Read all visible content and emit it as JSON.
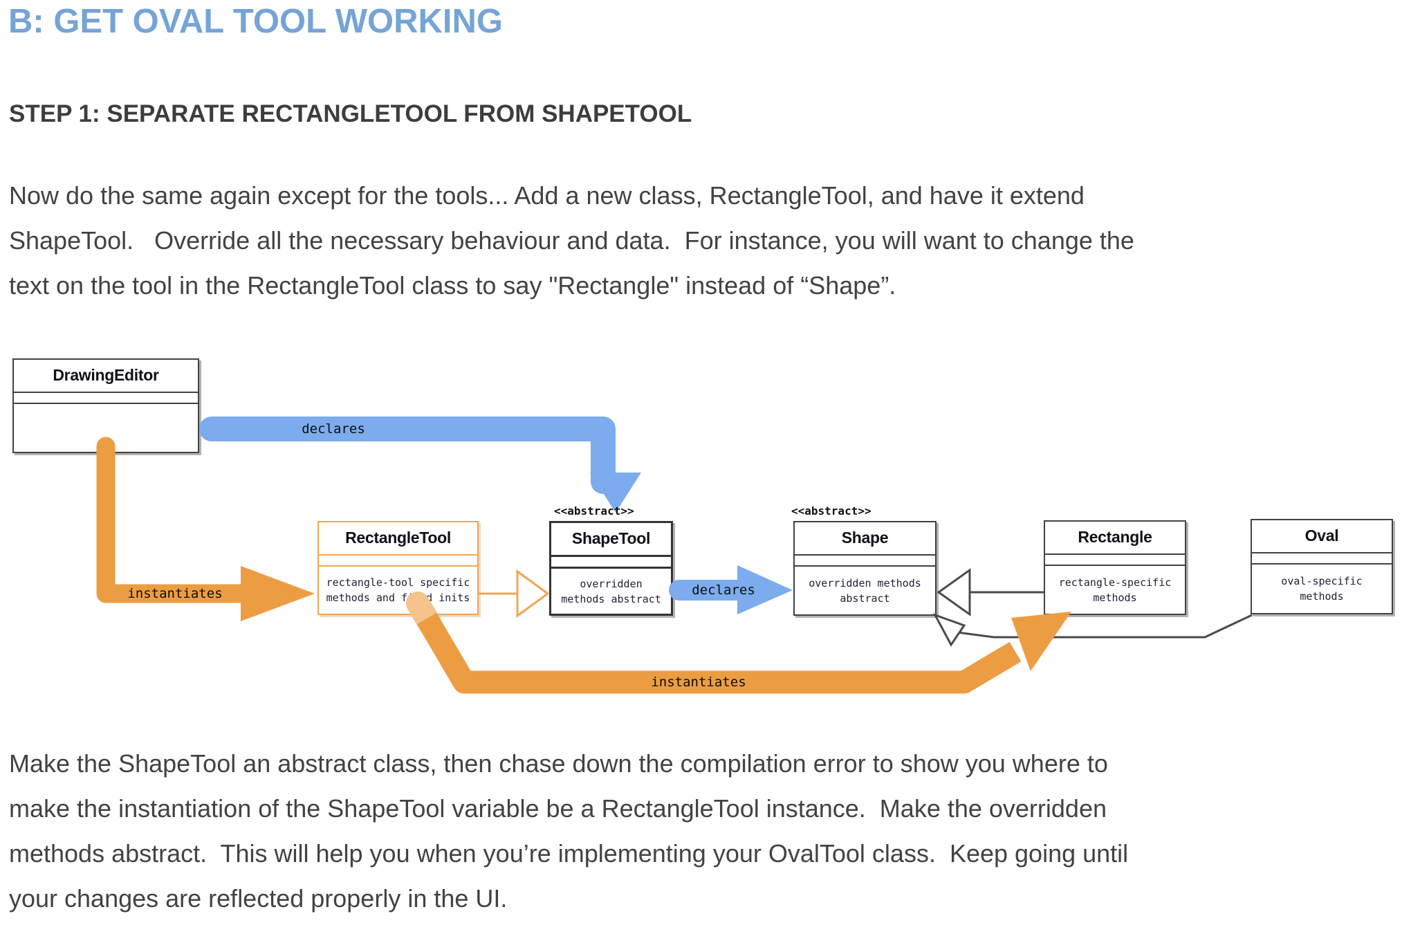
{
  "page": {
    "title": "B: GET OVAL TOOL WORKING",
    "step_heading": "STEP 1: SEPARATE RECTANGLETOOL FROM SHAPETOOL",
    "paragraph1_lines": [
      "Now do the same again except for the tools... Add a new class, RectangleTool, and have it extend",
      "ShapeTool.   Override all the necessary behaviour and data.  For instance, you will want to change the",
      "text on the tool in the RectangleTool class to say \"Rectangle\" instead of “Shape”."
    ],
    "paragraph2_lines": [
      "Make the ShapeTool an abstract class, then chase down the compilation error to show you where to",
      "make the instantiation of the ShapeTool variable be a RectangleTool instance.  Make the overridden",
      "methods abstract.  This will help you when you’re implementing your OvalTool class.  Keep going until",
      "your changes are reflected properly in the UI."
    ]
  },
  "colors": {
    "heading_blue": "#75a4d6",
    "text_gray": "#424242",
    "arrow_blue": "#7caced",
    "arrow_orange": "#ec9d42",
    "arrow_orange_light": "#f5c38b",
    "box_border_dark": "#414141",
    "box_border_orange": "#f1a452"
  },
  "diagram": {
    "classes": [
      {
        "name": "DrawingEditor",
        "stereotype": "",
        "body_lines": [
          "",
          ""
        ]
      },
      {
        "name": "RectangleTool",
        "stereotype": "",
        "body_lines": [
          "rectangle-tool specific",
          "methods and field inits"
        ]
      },
      {
        "name": "ShapeTool",
        "stereotype": "<<abstract>>",
        "body_lines": [
          "overridden",
          "methods abstract"
        ]
      },
      {
        "name": "Shape",
        "stereotype": "<<abstract>>",
        "body_lines": [
          "overridden methods",
          "abstract"
        ]
      },
      {
        "name": "Rectangle",
        "stereotype": "",
        "body_lines": [
          "rectangle-specific",
          "methods"
        ]
      },
      {
        "name": "Oval",
        "stereotype": "",
        "body_lines": [
          "oval-specific",
          "methods"
        ]
      }
    ],
    "labels": {
      "declares_top": "declares",
      "declares_mid": "declares",
      "instantiates_left": "instantiates",
      "instantiates_bottom": "instantiates"
    }
  }
}
